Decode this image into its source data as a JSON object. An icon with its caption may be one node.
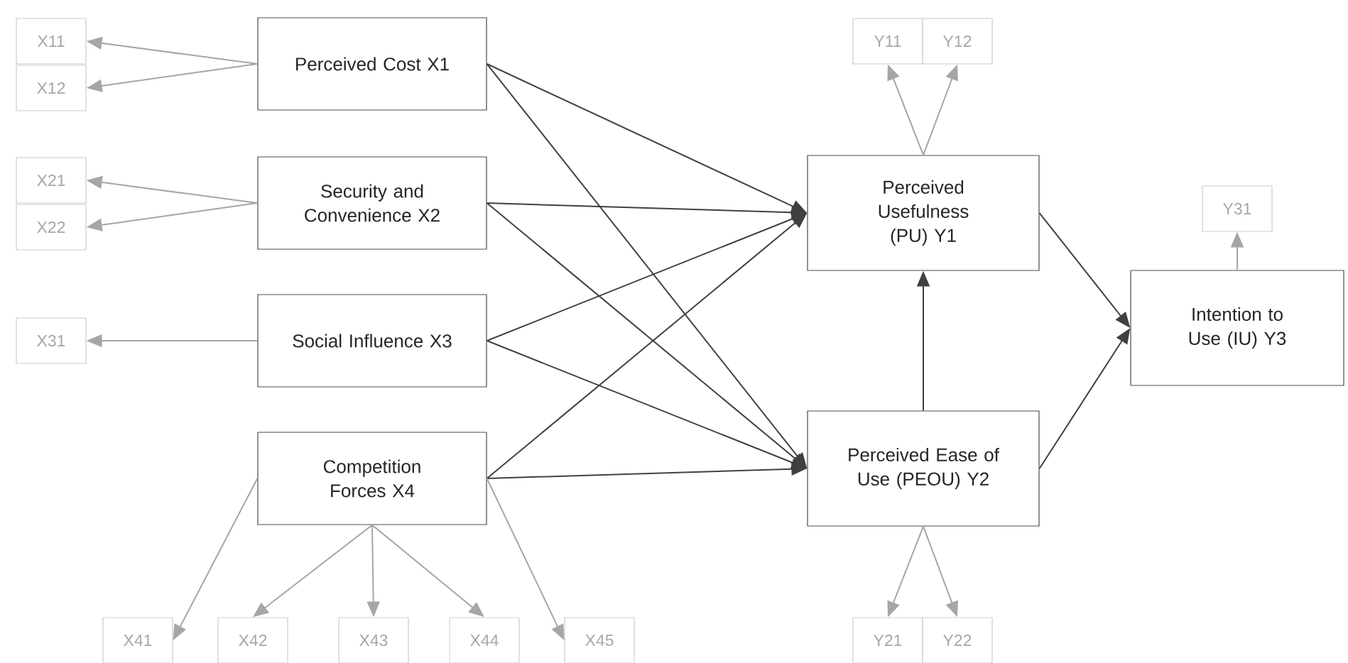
{
  "diagram": {
    "nodes": [
      {
        "text": [
          "Perceived Cost X1"
        ]
      },
      {
        "text": [
          "Security and Convenience X2"
        ]
      },
      {
        "text": [
          "Social Influence X3"
        ]
      },
      {
        "text": [
          "Competition Forces X4"
        ]
      },
      {
        "text": [
          "Perceived Usefulness (PU) Y1"
        ]
      },
      {
        "text": [
          "Perceived Ease of Use (PEOU) Y2"
        ]
      },
      {
        "text": [
          "Intention to Use (IU) Y3"
        ]
      },
      {
        "text": [
          "X11"
        ]
      },
      {
        "text": [
          "X12"
        ]
      },
      {
        "text": [
          "X21"
        ]
      },
      {
        "text": [
          "X22"
        ]
      },
      {
        "text": [
          "X31"
        ]
      },
      {
        "text": [
          "X41"
        ]
      },
      {
        "text": [
          "X42"
        ]
      },
      {
        "text": [
          "X43"
        ]
      },
      {
        "text": [
          "X44"
        ]
      },
      {
        "text": [
          "X45"
        ]
      },
      {
        "text": [
          "Y11"
        ]
      },
      {
        "text": [
          "Y12"
        ]
      },
      {
        "text": [
          "Y21"
        ]
      },
      {
        "text": [
          "Y22"
        ]
      },
      {
        "text": [
          "Y31"
        ]
      }
    ],
    "edges": [
      {
        "from": 0,
        "to": 4,
        "arrow": "to",
        "color": "#404040"
      },
      {
        "from": 0,
        "to": 5,
        "arrow": "to",
        "color": "#404040"
      },
      {
        "from": 1,
        "to": 4,
        "arrow": "to",
        "color": "#404040"
      },
      {
        "from": 1,
        "to": 5,
        "arrow": "to",
        "color": "#404040"
      },
      {
        "from": 2,
        "to": 4,
        "arrow": "to",
        "color": "#404040"
      },
      {
        "from": 2,
        "to": 5,
        "arrow": "to",
        "color": "#404040"
      },
      {
        "from": 3,
        "to": 4,
        "arrow": "to",
        "color": "#404040"
      },
      {
        "from": 3,
        "to": 5,
        "arrow": "to",
        "color": "#404040"
      },
      {
        "from": 5,
        "to": 4,
        "arrow": "to",
        "color": "#404040"
      },
      {
        "from": 4,
        "to": 6,
        "arrow": "to",
        "color": "#404040"
      },
      {
        "from": 5,
        "to": 6,
        "arrow": "to",
        "color": "#404040"
      },
      {
        "from": 0,
        "to": 7,
        "arrow": "to"
      },
      {
        "from": 0,
        "to": 8,
        "arrow": "to"
      },
      {
        "from": 1,
        "to": 9,
        "arrow": "to"
      },
      {
        "from": 1,
        "to": 10,
        "arrow": "to"
      },
      {
        "from": 2,
        "to": 11,
        "arrow": "to"
      },
      {
        "from": 3,
        "to": 12,
        "arrow": "to"
      },
      {
        "from": 3,
        "to": 13,
        "arrow": "to"
      },
      {
        "from": 3,
        "to": 14,
        "arrow": "to"
      },
      {
        "from": 3,
        "to": 15,
        "arrow": "to"
      },
      {
        "from": 3,
        "to": 16,
        "arrow": "to"
      },
      {
        "from": 4,
        "to": 17,
        "arrow": "to"
      },
      {
        "from": 4,
        "to": 18,
        "arrow": "to"
      },
      {
        "from": 5,
        "to": 19,
        "arrow": "to"
      },
      {
        "from": 5,
        "to": 20,
        "arrow": "to"
      },
      {
        "from": 6,
        "to": 21,
        "arrow": "to"
      }
    ]
  }
}
